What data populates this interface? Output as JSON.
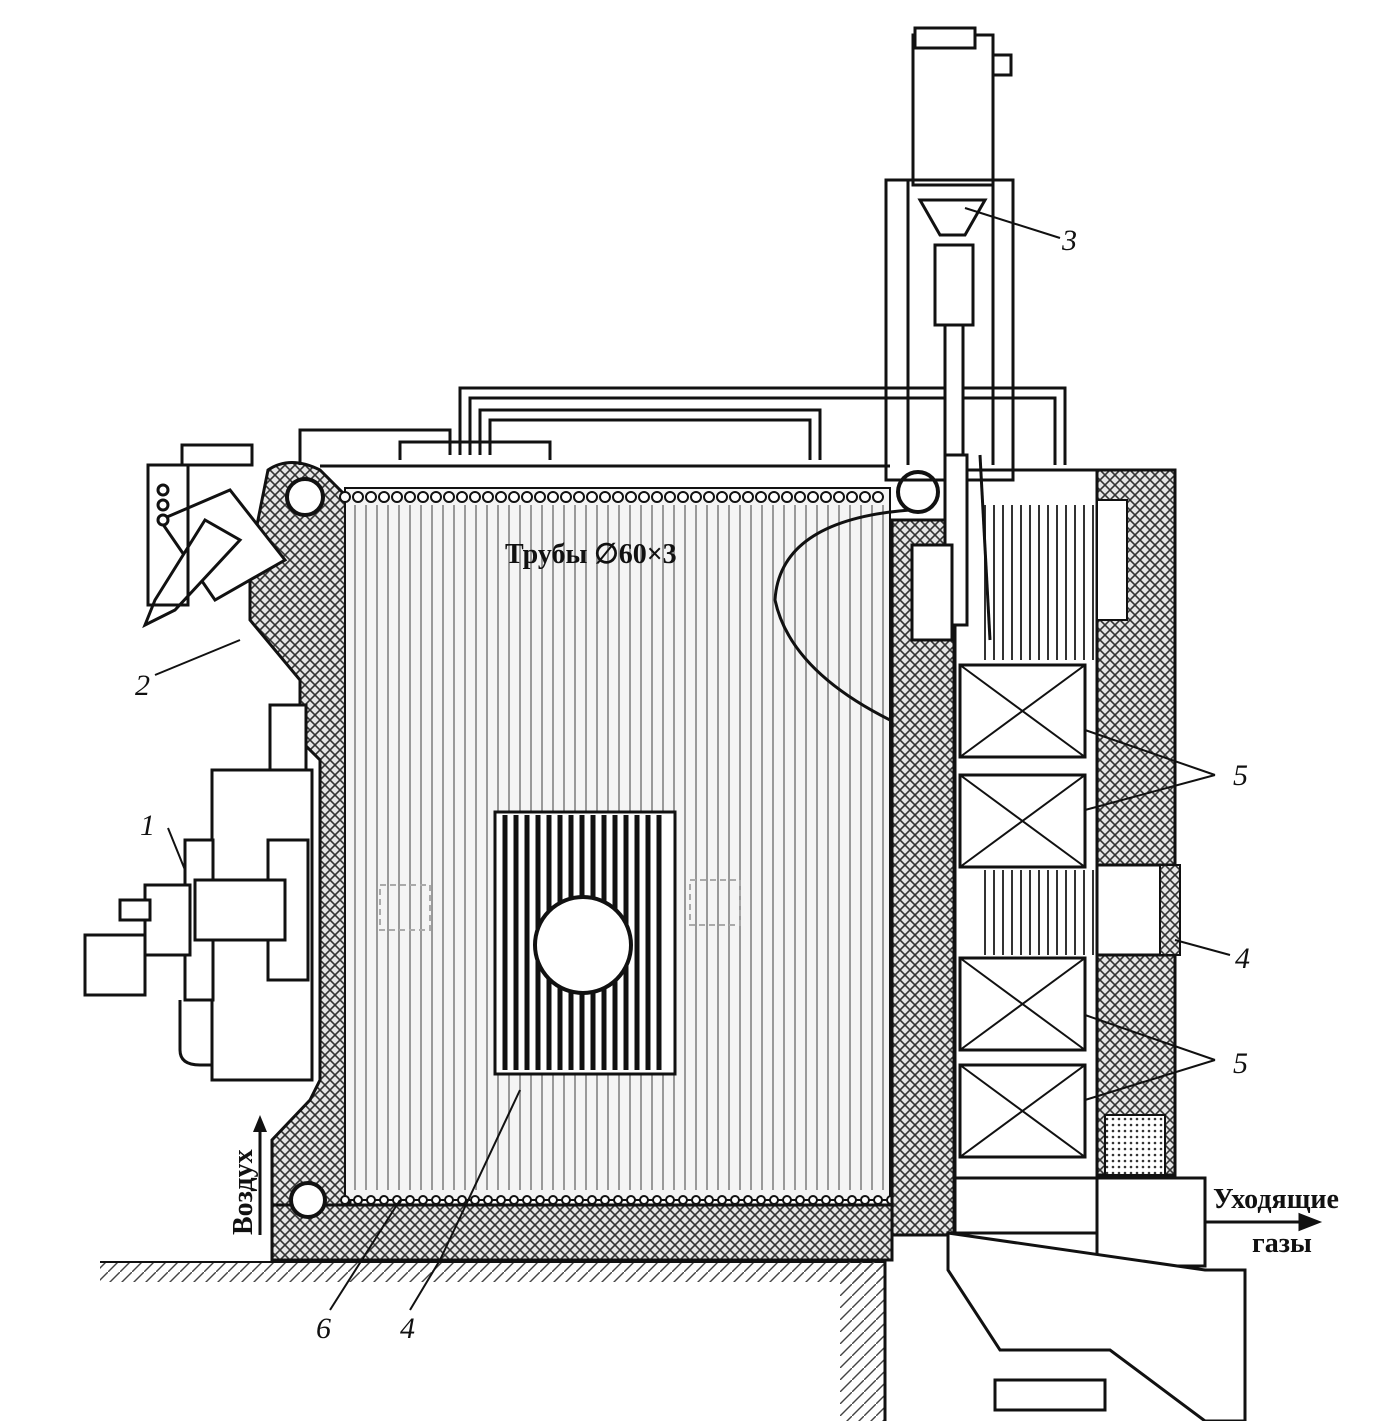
{
  "diagram": {
    "annotations": {
      "tubes": "Трубы ∅60×3",
      "air": "Воздух",
      "flue_gas_line1": "Уходящие",
      "flue_gas_line2": "газы"
    },
    "callouts": [
      {
        "id": "1",
        "text": "1"
      },
      {
        "id": "2",
        "text": "2"
      },
      {
        "id": "3",
        "text": "3"
      },
      {
        "id": "4a",
        "text": "4"
      },
      {
        "id": "4b",
        "text": "4"
      },
      {
        "id": "5a",
        "text": "5"
      },
      {
        "id": "5b",
        "text": "5"
      },
      {
        "id": "6",
        "text": "6"
      }
    ],
    "colors": {
      "ink": "#111111",
      "fill_light": "#f2f2f2",
      "insulation": "#555555"
    }
  }
}
